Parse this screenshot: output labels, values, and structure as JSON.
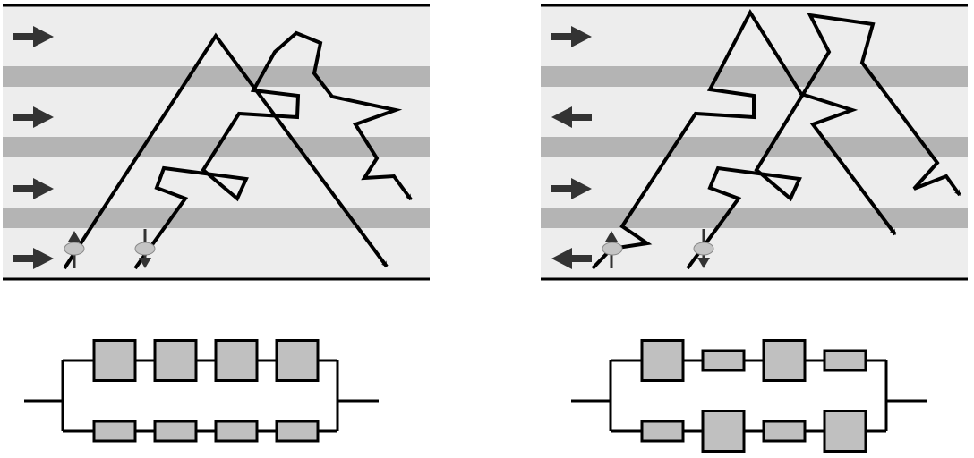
{
  "figure": {
    "panels": [
      {
        "id": "parallel",
        "layer_directions": [
          "right",
          "right",
          "right",
          "right"
        ],
        "spins": [
          "up",
          "down"
        ],
        "circuit": {
          "top_branch": [
            "large",
            "large",
            "large",
            "large"
          ],
          "bottom_branch": [
            "small",
            "small",
            "small",
            "small"
          ]
        }
      },
      {
        "id": "antiparallel",
        "layer_directions": [
          "right",
          "left",
          "right",
          "left"
        ],
        "spins": [
          "up",
          "down"
        ],
        "circuit": {
          "top_branch": [
            "large",
            "small",
            "large",
            "small"
          ],
          "bottom_branch": [
            "small",
            "large",
            "small",
            "large"
          ]
        }
      }
    ],
    "colors": {
      "layer_light": "#ededed",
      "spacer_band": "#b4b4b4",
      "path": "#000000",
      "arrow": "#333333",
      "resistor_fill": "#c0c0c0",
      "spin_marker": "#c4c4c4"
    },
    "icons": [
      "arrow-right-icon",
      "arrow-left-icon",
      "spin-up-icon",
      "spin-down-icon"
    ]
  }
}
